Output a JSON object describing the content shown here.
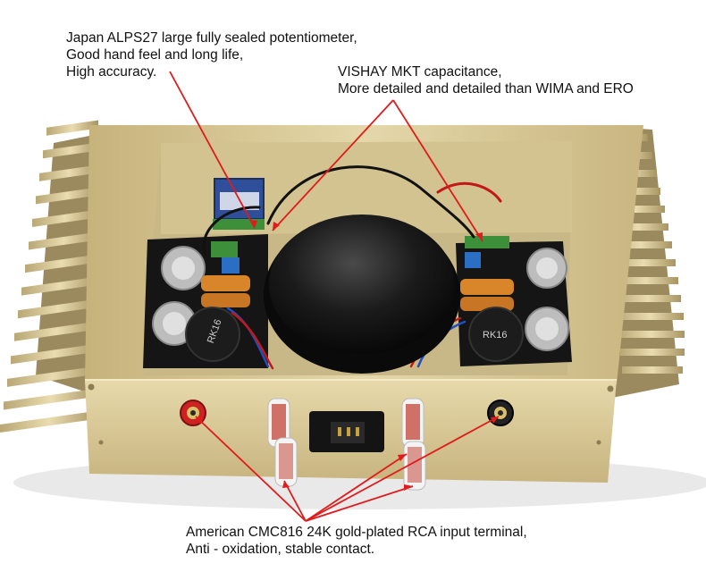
{
  "captions": {
    "alps": [
      "Japan ALPS27 large fully sealed potentiometer,",
      "Good hand feel and long life,",
      "High accuracy."
    ],
    "vishay": [
      "VISHAY MKT capacitance,",
      "More detailed and detailed than WIMA and ERO"
    ],
    "rca": [
      "American CMC816 24K gold-plated RCA input terminal,",
      "Anti - oxidation, stable contact."
    ]
  },
  "component_labels": {
    "capacitor_left": "RK16",
    "capacitor_right": "RK16"
  },
  "colors": {
    "chassis_gold": "#d8c796",
    "chassis_shadow": "#b7a46f",
    "interior_dark": "#1d1d1d",
    "pcb_green": "#3e8f3a",
    "cap_orange": "#d9862b",
    "annotation_red": "#e01b1b"
  }
}
